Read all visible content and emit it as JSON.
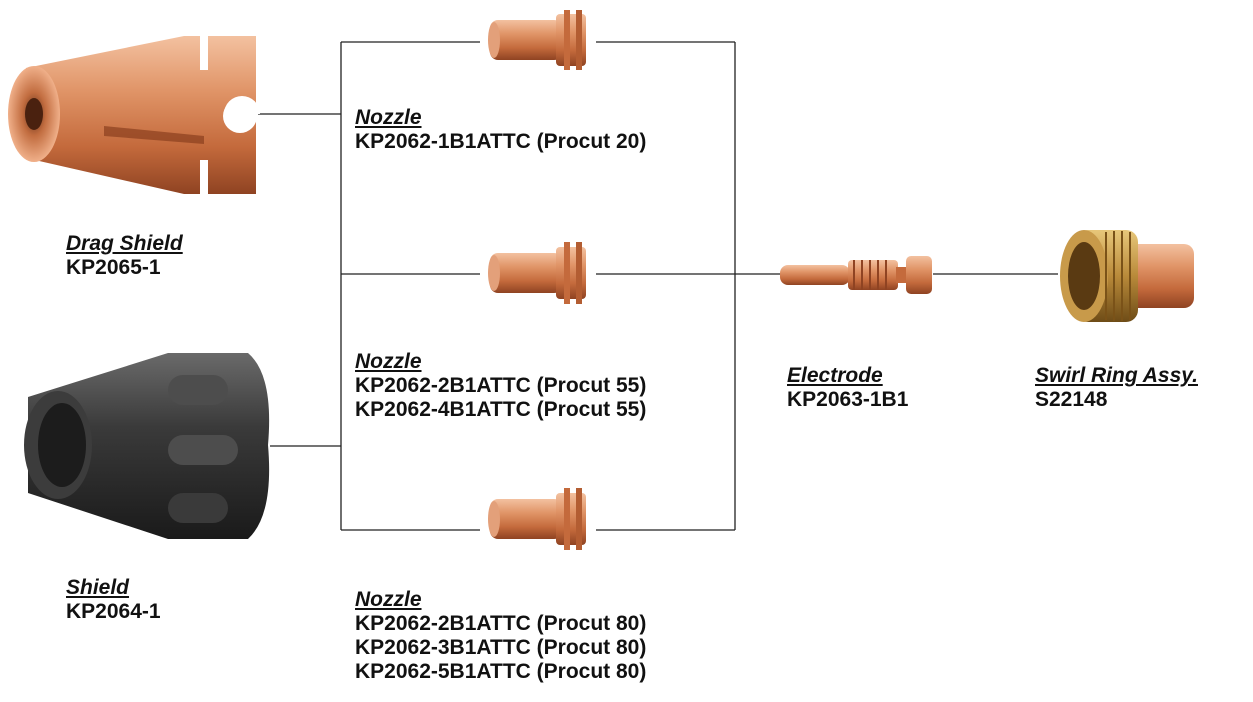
{
  "parts": {
    "drag_shield": {
      "title": "Drag Shield",
      "code": "KP2065-1"
    },
    "shield": {
      "title": "Shield ",
      "code": "KP2064-1"
    },
    "nozzle_top": {
      "title": "Nozzle",
      "lines": [
        "KP2062-1B1ATTC  (Procut 20)"
      ]
    },
    "nozzle_mid": {
      "title": "Nozzle",
      "lines": [
        "KP2062-2B1ATTC  (Procut 55)",
        "KP2062-4B1ATTC  (Procut 55)"
      ]
    },
    "nozzle_bot": {
      "title": "Nozzle",
      "lines": [
        "KP2062-2B1ATTC  (Procut 80)",
        "KP2062-3B1ATTC  (Procut 80)",
        "KP2062-5B1ATTC  (Procut 80)"
      ]
    },
    "electrode": {
      "title": "Electrode",
      "code": "KP2063-1B1"
    },
    "swirl_ring": {
      "title": "Swirl Ring Assy.",
      "code": "S22148"
    }
  },
  "colors": {
    "copper": "#d9895c",
    "copper_dark": "#a9552e",
    "shield_black": "#2d2d2d",
    "brass": "#b98a3a",
    "line": "#222222"
  }
}
